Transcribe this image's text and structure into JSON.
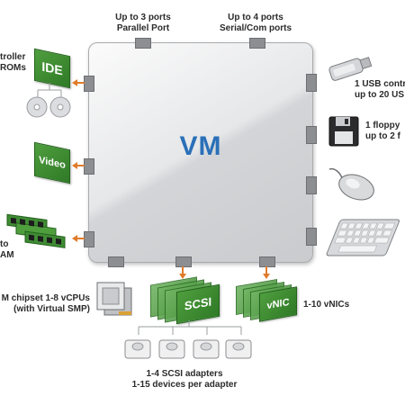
{
  "diagram": {
    "center_label": "VM",
    "top_labels": [
      {
        "line1": "Up to 3 ports",
        "line2": "Parallel Port"
      },
      {
        "line1": "Up to 4 ports",
        "line2": "Serial/Com ports"
      }
    ],
    "left_labels": [
      {
        "line1": "troller",
        "line2": "ROMs"
      },
      {
        "line1": "to",
        "line2": "AM"
      },
      {
        "line1": "M chipset 1-8 vCPUs",
        "line2": "(with Virtual SMP)"
      }
    ],
    "right_labels": [
      {
        "line1": "1 USB contr",
        "line2": "up to 20 US"
      },
      {
        "line1": "1 floppy",
        "line2": "up to 2 f"
      }
    ],
    "bottom_labels": {
      "nics": "1-10 vNICs",
      "scsi_line1": "1-4 SCSI adapters",
      "scsi_line2": "1-15 devices per adapter"
    },
    "card_labels": {
      "ide": "IDE",
      "video": "Video",
      "scsi": "SCSI",
      "vnic": "vNIC"
    },
    "colors": {
      "accent_blue": "#2a70b8",
      "arrow_orange": "#e07b2a",
      "board_green": "#3f8b34"
    }
  }
}
